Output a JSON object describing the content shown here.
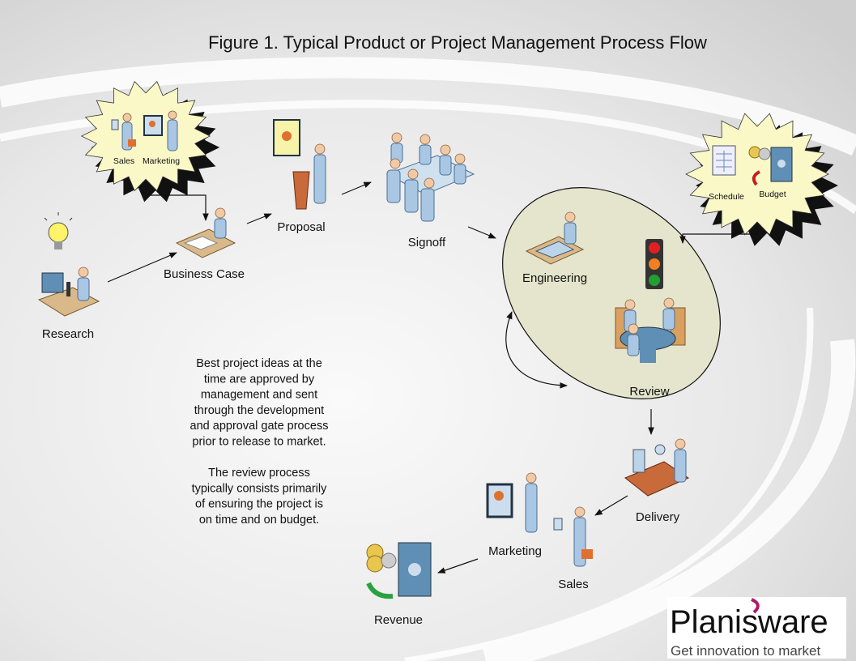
{
  "title": "Figure 1. Typical Product or Project Management Process Flow",
  "callouts": {
    "left": {
      "labels": [
        "Sales",
        "Marketing"
      ]
    },
    "right": {
      "labels": [
        "Schedule",
        "Budget"
      ]
    }
  },
  "nodes": {
    "research": "Research",
    "business_case": "Business Case",
    "proposal": "Proposal",
    "signoff": "Signoff",
    "engineering": "Engineering",
    "review": "Review",
    "delivery": "Delivery",
    "marketing": "Marketing",
    "sales": "Sales",
    "revenue": "Revenue"
  },
  "note": {
    "paragraph1": [
      "Best project ideas at the",
      "time are approved by",
      "management and sent",
      "through the development",
      "and approval gate process",
      "prior to release to market."
    ],
    "paragraph2": [
      "The review process",
      "typically consists primarily",
      "of ensuring the project is",
      "on time and on budget."
    ]
  },
  "traffic_light": [
    "#e02020",
    "#f08020",
    "#20a030"
  ],
  "logo": {
    "name": "Planisware",
    "tagline": "Get innovation to market",
    "accent": "#b0186e"
  },
  "colors": {
    "callout_fill": "#fbf8c8",
    "ellipse_fill": "#e4e5cc",
    "background": "#e6e6e6"
  }
}
